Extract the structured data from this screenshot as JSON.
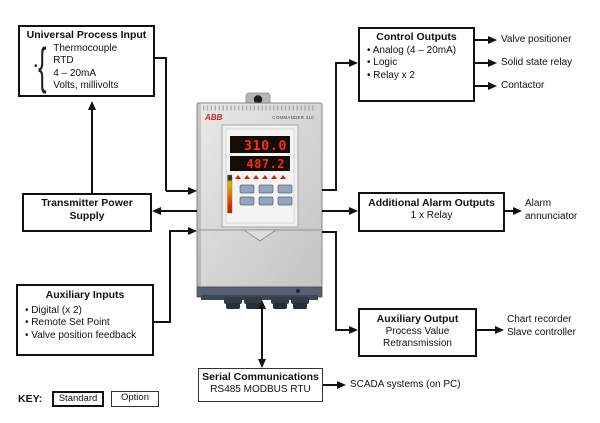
{
  "boxes": {
    "universal_process_input": {
      "title": "Universal Process Input",
      "items": [
        "Thermocouple",
        "RTD",
        "4 – 20mA",
        "Volts, millivolts"
      ]
    },
    "control_outputs": {
      "title": "Control Outputs",
      "items": [
        "Analog (4 – 20mA)",
        "Logic",
        "Relay x 2"
      ]
    },
    "transmitter_power_supply": {
      "title_line1": "Transmitter Power",
      "title_line2": "Supply"
    },
    "additional_alarm_outputs": {
      "title": "Additional Alarm Outputs",
      "subtitle": "1 x Relay"
    },
    "auxiliary_inputs": {
      "title": "Auxiliary Inputs",
      "items": [
        "Digital (x 2)",
        "Remote Set Point",
        "Valve position feedback"
      ]
    },
    "auxiliary_output": {
      "title": "Auxiliary Output",
      "line1": "Process Value",
      "line2": "Retransmission"
    },
    "serial_communications": {
      "title": "Serial Communications",
      "subtitle": "RS485 MODBUS RTU"
    }
  },
  "external_labels": {
    "valve_positioner": "Valve positioner",
    "solid_state_relay": "Solid state relay",
    "contactor": "Contactor",
    "alarm_annunciator_line1": "Alarm",
    "alarm_annunciator_line2": "annunciator",
    "chart_recorder": "Chart recorder",
    "slave_controller": "Slave controller",
    "scada": "SCADA systems (on PC)"
  },
  "device": {
    "brand": "ABB",
    "model": "COMMANDER 310",
    "display_top": "310.0",
    "display_bottom": "487.2"
  },
  "key": {
    "label": "KEY:",
    "standard": "Standard",
    "option": "Option"
  },
  "colors": {
    "line": "#111111",
    "display_red": "#ff2d00",
    "abb_red": "#d61f26"
  }
}
